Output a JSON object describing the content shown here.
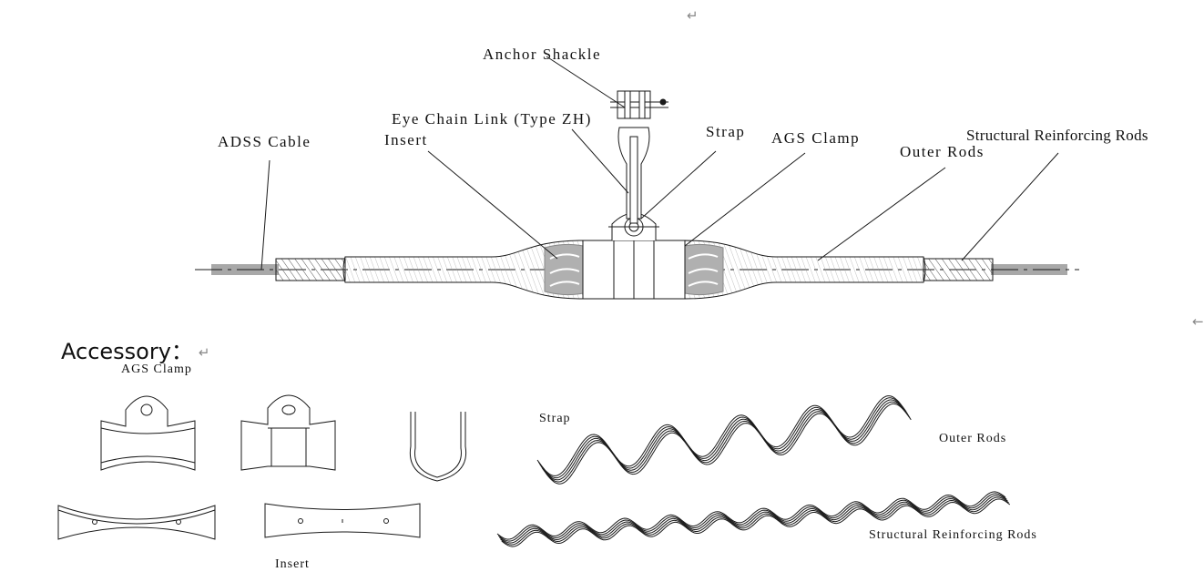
{
  "main_labels": {
    "anchor_shackle": "Anchor Shackle",
    "eye_chain_link": "Eye Chain Link (Type ZH)",
    "adss_cable": "ADSS Cable",
    "insert": "Insert",
    "strap": "Strap",
    "ags_clamp": "AGS Clamp",
    "outer_rods": "Outer Rods",
    "structural_rods": "Structural Reinforcing Rods"
  },
  "accessory": {
    "heading": "Accessory：",
    "ags_clamp_label": "AGS Clamp",
    "strap_label": "Strap",
    "outer_rods_label": "Outer Rods",
    "structural_rods_label": "Structural Reinforcing Rods",
    "insert_label": "Insert"
  },
  "paragraph_mark": "↵",
  "colors": {
    "line": "#1a1a1a",
    "cable_gray": "#a8a8a8",
    "hatch": "#555555"
  }
}
